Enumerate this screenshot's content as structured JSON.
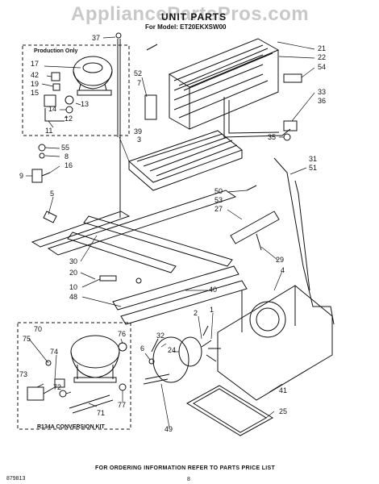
{
  "header": {
    "watermark": "AppliancePartsPros.com",
    "title": "UNIT PARTS",
    "subtitle": "For Model: ET20EKXSW00"
  },
  "boxes": {
    "production_only": "Production Only",
    "r134a_kit": "R134A CONVERSION KIT"
  },
  "footer": {
    "ordering_note": "FOR ORDERING INFORMATION REFER TO PARTS PRICE LIST",
    "doc_number": "879813",
    "page": "8"
  },
  "callouts": [
    "37",
    "17",
    "42",
    "19",
    "15",
    "14",
    "13",
    "12",
    "11",
    "55",
    "8",
    "9",
    "16",
    "5",
    "30",
    "20",
    "10",
    "48",
    "52",
    "7",
    "39",
    "3",
    "21",
    "22",
    "54",
    "33",
    "36",
    "35",
    "50",
    "53",
    "27",
    "31",
    "51",
    "29",
    "4",
    "40",
    "2",
    "1",
    "32",
    "24",
    "6",
    "49",
    "70",
    "75",
    "74",
    "73",
    "72",
    "71",
    "76",
    "77",
    "41",
    "25"
  ]
}
